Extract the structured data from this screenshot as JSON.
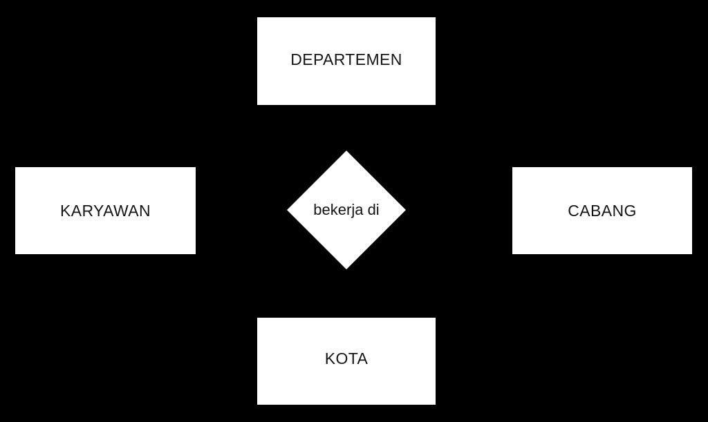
{
  "diagram": {
    "type": "entity-relationship-diagram",
    "background_color": "#000000",
    "shape_fill_color": "#ffffff",
    "text_color": "#151515",
    "entities": [
      {
        "id": "departemen",
        "label": "DEPARTEMEN",
        "position": "top",
        "shape": "rectangle"
      },
      {
        "id": "karyawan",
        "label": "KARYAWAN",
        "position": "left",
        "shape": "rectangle"
      },
      {
        "id": "cabang",
        "label": "CABANG",
        "position": "right",
        "shape": "rectangle"
      },
      {
        "id": "kota",
        "label": "KOTA",
        "position": "bottom",
        "shape": "rectangle"
      }
    ],
    "relationships": [
      {
        "id": "bekerja-di",
        "label": "bekerja di",
        "position": "center",
        "shape": "diamond"
      }
    ]
  }
}
